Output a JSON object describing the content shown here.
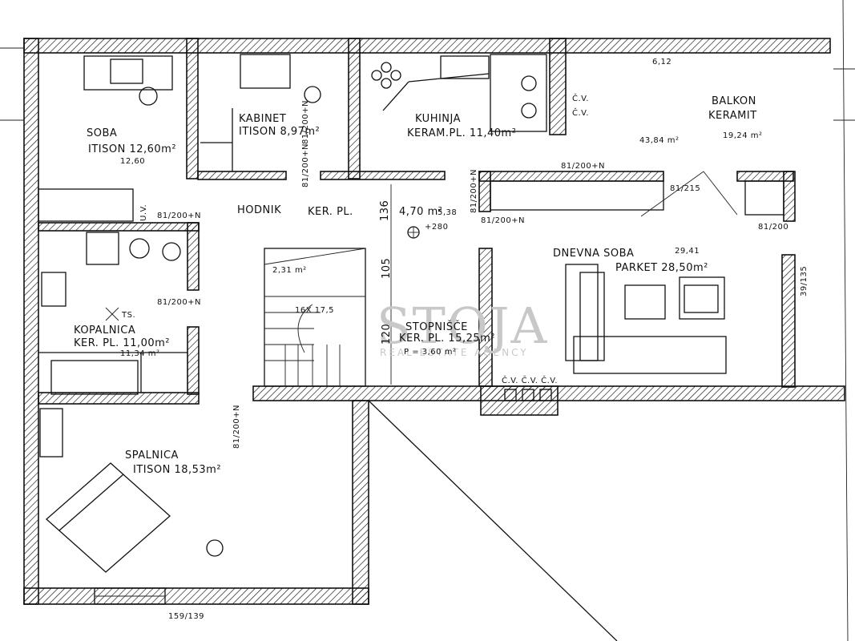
{
  "rooms": {
    "soba": {
      "name": "SOBA",
      "floor": "ITISON 12,60m²",
      "extra": "12,60"
    },
    "kabinet": {
      "name": "KABINET",
      "floor": "ITISON 8,97m²"
    },
    "kuhinja": {
      "name": "KUHINJA",
      "floor": "KERAM.PL. 11,40m²"
    },
    "balkon": {
      "name": "BALKON",
      "floor": "KERAMIT",
      "area": "19,24 m²",
      "extra": "43,84 m²"
    },
    "hodnik": {
      "name": "HODNIK",
      "floor": "KER. PL.",
      "area": "4,70 m²",
      "extra": "5,38"
    },
    "kopalnica": {
      "name": "KOPALNICA",
      "floor": "KER. PL. 11,00m²",
      "extra": "11,34 m²"
    },
    "dnevna_soba": {
      "name": "DNEVNA SOBA",
      "floor": "PARKET 28,50m²",
      "extra": "29,41"
    },
    "stopnisce": {
      "name": "STOPNIŠČE",
      "floor": "KER. PL. 15,25m²",
      "extra": "P = 3,60 m²"
    },
    "spalnica": {
      "name": "SPALNICA",
      "floor": "ITISON 18,53m²"
    }
  },
  "dimensions": {
    "d136": "136",
    "d105": "105",
    "d120": "120",
    "level": "+280",
    "stairs": "16X 17,5",
    "stair_area": "2,31 m²",
    "balkon_top": "6,12",
    "bottom_opening": "159/139"
  },
  "openings": {
    "o1": "81/200+N",
    "o2": "81/200+N",
    "o3": "81/200+N",
    "o4": "81/200+N",
    "o5": "81/200+N",
    "o6": "81/200+N",
    "o7": "81/200+N",
    "o8": "81/200+N",
    "o9": "81/200",
    "o10": "81/215",
    "o11": "39/135"
  },
  "fixtures": {
    "cv1": "Č.V.",
    "cv2": "Č.V.",
    "cv_row": "Č.V. Č.V. Č.V.",
    "ts": "TS.",
    "uv": "U.V."
  },
  "watermark": {
    "title": "STOJA",
    "subtitle": "REAL ESTATE AGENCY"
  }
}
